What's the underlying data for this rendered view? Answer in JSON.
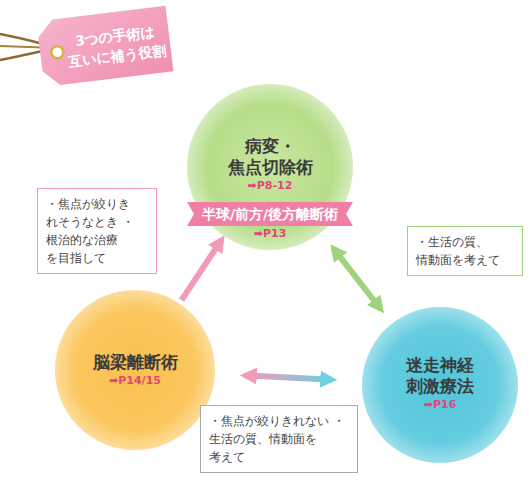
{
  "diagram": {
    "title": "3つの手術は 互いに補う役割",
    "nodes": [
      {
        "text": [
          "病変・ 焦点切除術",
          "➡P8-12"
        ]
      },
      {
        "text": [
          "半球/前方/後方離断術",
          "➡P13"
        ],
        "in": 0
      },
      {
        "text": [
          "脳梁離断術",
          "➡P14/15"
        ]
      },
      {
        "text": [
          "迷走神経 刺激療法",
          "➡P16"
        ]
      }
    ],
    "edges": [
      {
        "from": 2,
        "to": 0,
        "arrow": "to",
        "label": "・焦点が絞りき れそうなとき ・根治的な治療 を目指して"
      },
      {
        "from": 0,
        "to": 3,
        "arrow": "both",
        "label": "・生活の質、 情動面を考えて"
      },
      {
        "from": 2,
        "to": 3,
        "arrow": "both",
        "label": "・焦点が絞りきれない ・生活の質、情動面を 考えて"
      }
    ]
  }
}
